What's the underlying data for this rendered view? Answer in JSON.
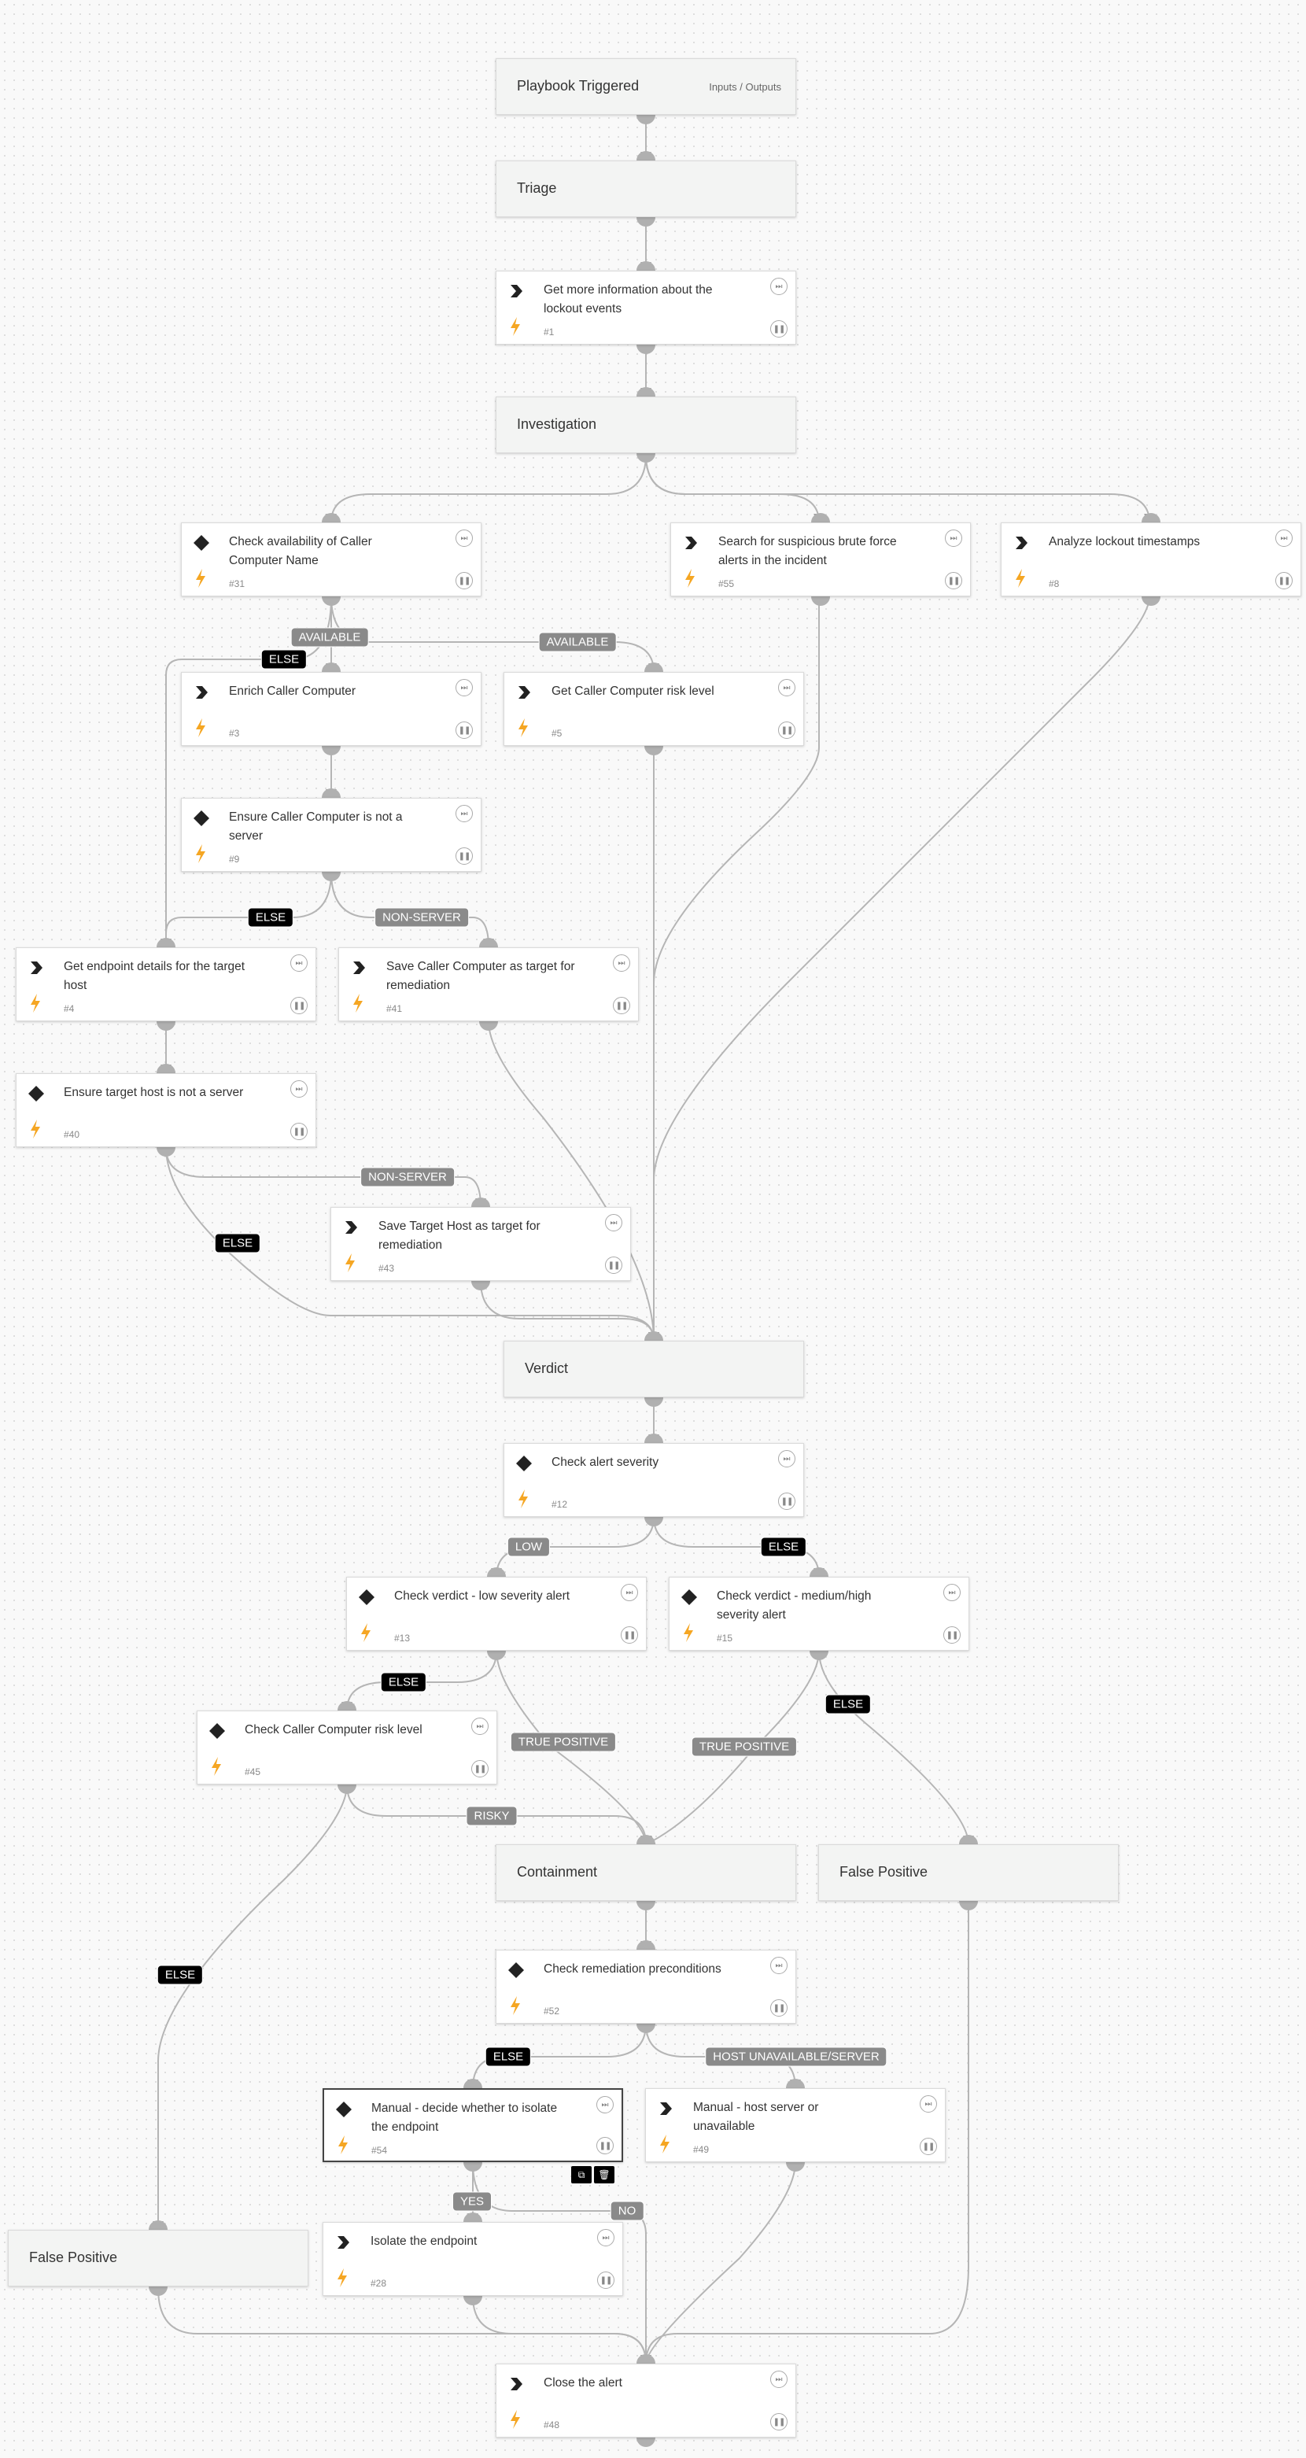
{
  "nodes": [
    {
      "id": "trigger",
      "kind": "section",
      "title": "Playbook Triggered",
      "extra": "Inputs / Outputs"
    },
    {
      "id": "triage",
      "kind": "section",
      "title": "Triage"
    },
    {
      "id": "t1",
      "kind": "task",
      "icon": "chevron",
      "title": "Get more information about the lockout events",
      "num": "#1"
    },
    {
      "id": "investigation",
      "kind": "section",
      "title": "Investigation"
    },
    {
      "id": "t31",
      "kind": "task",
      "icon": "diamond",
      "title": "Check availability of Caller Computer Name",
      "num": "#31"
    },
    {
      "id": "t55",
      "kind": "task",
      "icon": "chevron",
      "title": "Search for suspicious brute force alerts in the incident",
      "num": "#55"
    },
    {
      "id": "t8",
      "kind": "task",
      "icon": "chevron",
      "title": "Analyze lockout timestamps",
      "num": "#8"
    },
    {
      "id": "t3",
      "kind": "task",
      "icon": "chevron",
      "title": "Enrich Caller Computer",
      "num": "#3"
    },
    {
      "id": "t5",
      "kind": "task",
      "icon": "chevron",
      "title": "Get Caller Computer risk level",
      "num": "#5"
    },
    {
      "id": "t9",
      "kind": "task",
      "icon": "diamond",
      "title": "Ensure Caller Computer is not a server",
      "num": "#9"
    },
    {
      "id": "t4",
      "kind": "task",
      "icon": "chevron",
      "title": "Get endpoint details for the target host",
      "num": "#4"
    },
    {
      "id": "t41",
      "kind": "task",
      "icon": "chevron",
      "title": "Save Caller Computer as target for remediation",
      "num": "#41"
    },
    {
      "id": "t40",
      "kind": "task",
      "icon": "diamond",
      "title": "Ensure target host is not a server",
      "num": "#40"
    },
    {
      "id": "t43",
      "kind": "task",
      "icon": "chevron",
      "title": "Save Target Host as target for remediation",
      "num": "#43"
    },
    {
      "id": "verdict",
      "kind": "section",
      "title": "Verdict"
    },
    {
      "id": "t12",
      "kind": "task",
      "icon": "diamond",
      "title": "Check alert severity",
      "num": "#12"
    },
    {
      "id": "t13",
      "kind": "task",
      "icon": "diamond",
      "title": "Check verdict - low severity alert",
      "num": "#13"
    },
    {
      "id": "t15",
      "kind": "task",
      "icon": "diamond",
      "title": "Check verdict - medium/high severity alert",
      "num": "#15"
    },
    {
      "id": "t45",
      "kind": "task",
      "icon": "diamond",
      "title": "Check Caller Computer risk level",
      "num": "#45"
    },
    {
      "id": "containment",
      "kind": "section",
      "title": "Containment"
    },
    {
      "id": "fp1",
      "kind": "section",
      "title": "False Positive"
    },
    {
      "id": "t52",
      "kind": "task",
      "icon": "diamond",
      "title": "Check remediation preconditions",
      "num": "#52"
    },
    {
      "id": "t54",
      "kind": "task",
      "icon": "diamond",
      "title": "Manual - decide whether to isolate the endpoint",
      "num": "#54",
      "selected": true
    },
    {
      "id": "t49",
      "kind": "task",
      "icon": "chevron",
      "title": "Manual - host server or unavailable",
      "num": "#49"
    },
    {
      "id": "fp2",
      "kind": "section",
      "title": "False Positive"
    },
    {
      "id": "t28",
      "kind": "task",
      "icon": "chevron",
      "title": "Isolate the endpoint",
      "num": "#28"
    },
    {
      "id": "t48",
      "kind": "task",
      "icon": "chevron",
      "title": "Close the alert",
      "num": "#48"
    }
  ],
  "edge_labels": [
    {
      "id": "l_available1",
      "text": "AVAILABLE",
      "kind": "cond"
    },
    {
      "id": "l_available2",
      "text": "AVAILABLE",
      "kind": "cond"
    },
    {
      "id": "l_else1",
      "text": "ELSE",
      "kind": "else"
    },
    {
      "id": "l_else2",
      "text": "ELSE",
      "kind": "else"
    },
    {
      "id": "l_nonserver1",
      "text": "NON-SERVER",
      "kind": "cond"
    },
    {
      "id": "l_nonserver2",
      "text": "NON-SERVER",
      "kind": "cond"
    },
    {
      "id": "l_else3",
      "text": "ELSE",
      "kind": "else"
    },
    {
      "id": "l_low",
      "text": "LOW",
      "kind": "cond"
    },
    {
      "id": "l_else4",
      "text": "ELSE",
      "kind": "else"
    },
    {
      "id": "l_else5",
      "text": "ELSE",
      "kind": "else"
    },
    {
      "id": "l_tp1",
      "text": "TRUE POSITIVE",
      "kind": "cond"
    },
    {
      "id": "l_tp2",
      "text": "TRUE POSITIVE",
      "kind": "cond"
    },
    {
      "id": "l_else6",
      "text": "ELSE",
      "kind": "else"
    },
    {
      "id": "l_risky",
      "text": "RISKY",
      "kind": "cond"
    },
    {
      "id": "l_else7",
      "text": "ELSE",
      "kind": "else"
    },
    {
      "id": "l_else8",
      "text": "ELSE",
      "kind": "else"
    },
    {
      "id": "l_hostunavail",
      "text": "HOST UNAVAILABLE/SERVER",
      "kind": "cond"
    },
    {
      "id": "l_yes",
      "text": "YES",
      "kind": "cond"
    },
    {
      "id": "l_no",
      "text": "NO",
      "kind": "cond"
    }
  ],
  "colors": {
    "edge": "#b5b5b5",
    "port": "#b0b0b0",
    "bolt": "#f5a623",
    "else_bg": "#000000",
    "cond_bg": "#8a8a8a"
  },
  "icons": {
    "chevron": "chevron-right-icon",
    "diamond": "diamond-icon",
    "bolt": "lightning-bolt-icon",
    "skip": "skip-icon",
    "pause": "pause-icon",
    "copy": "copy-icon",
    "trash": "trash-icon"
  }
}
